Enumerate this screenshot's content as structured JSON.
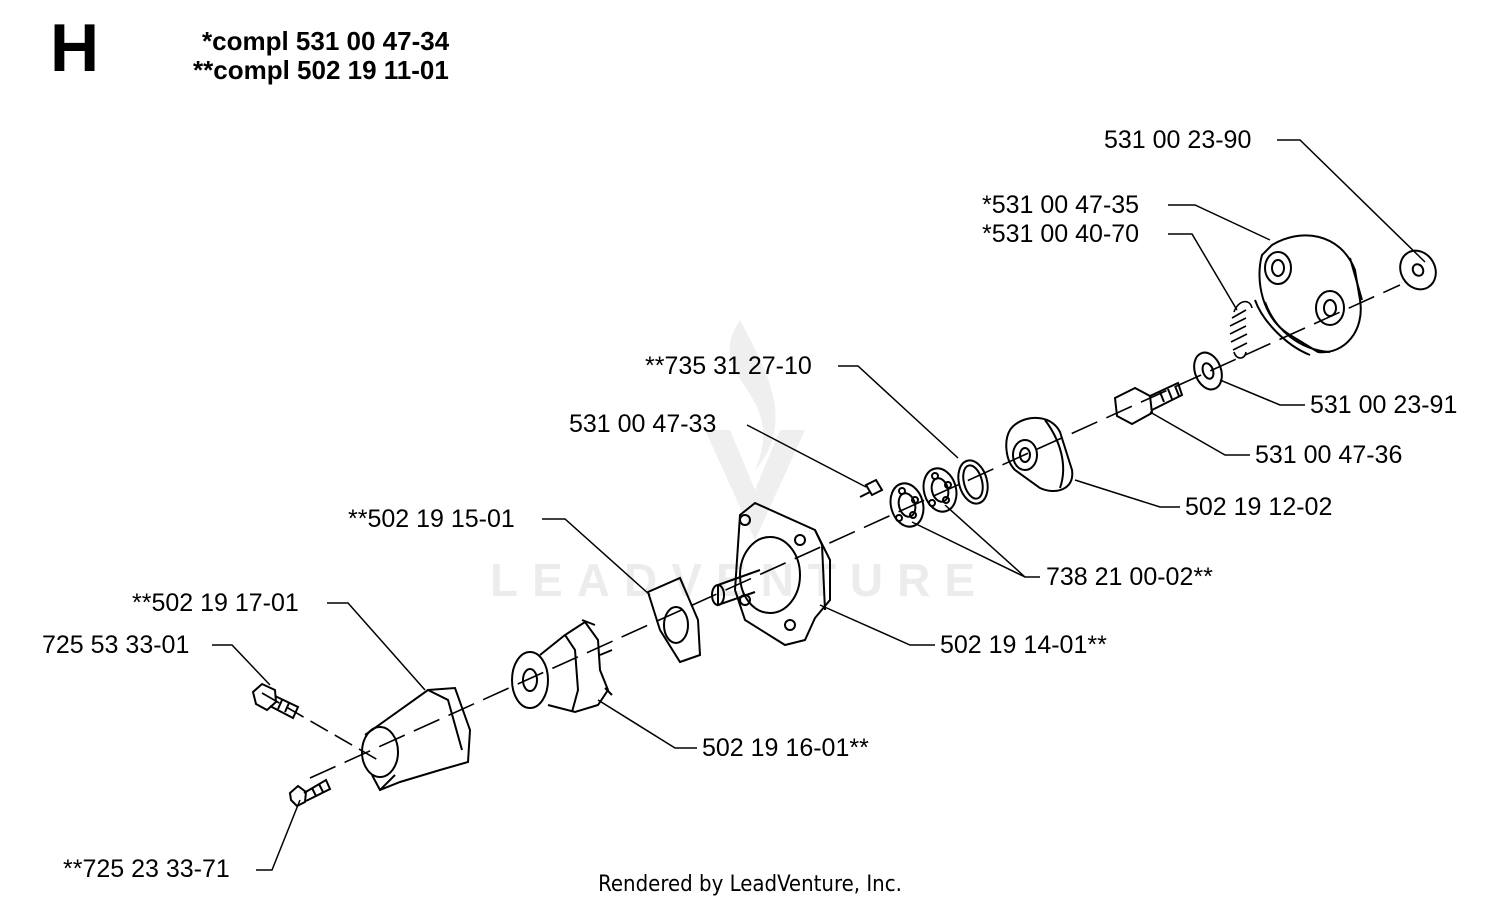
{
  "section": {
    "letter": "H"
  },
  "complete_sets": [
    {
      "text": "*compl 531 00 47-34"
    },
    {
      "text": "**compl 502 19 11-01"
    }
  ],
  "parts": [
    {
      "id": "p1",
      "label": "531 00 23-90"
    },
    {
      "id": "p2",
      "label": "*531 00 47-35"
    },
    {
      "id": "p3",
      "label": "*531 00 40-70"
    },
    {
      "id": "p4",
      "label": "531 00 23-91"
    },
    {
      "id": "p5",
      "label": "531 00 47-36"
    },
    {
      "id": "p6",
      "label": "**735 31 27-10"
    },
    {
      "id": "p7",
      "label": "531 00 47-33"
    },
    {
      "id": "p8",
      "label": "502 19 12-02"
    },
    {
      "id": "p9",
      "label": "738 21 00-02**"
    },
    {
      "id": "p10",
      "label": "**502 19 15-01"
    },
    {
      "id": "p11",
      "label": "502 19 14-01**"
    },
    {
      "id": "p12",
      "label": "**502 19 17-01"
    },
    {
      "id": "p13",
      "label": "725 53 33-01"
    },
    {
      "id": "p14",
      "label": "502 19 16-01**"
    },
    {
      "id": "p15",
      "label": "**725 23 33-71"
    }
  ],
  "watermark": {
    "text": "LEADVENTURE"
  },
  "footer": {
    "text": "Rendered by LeadVenture, Inc."
  }
}
